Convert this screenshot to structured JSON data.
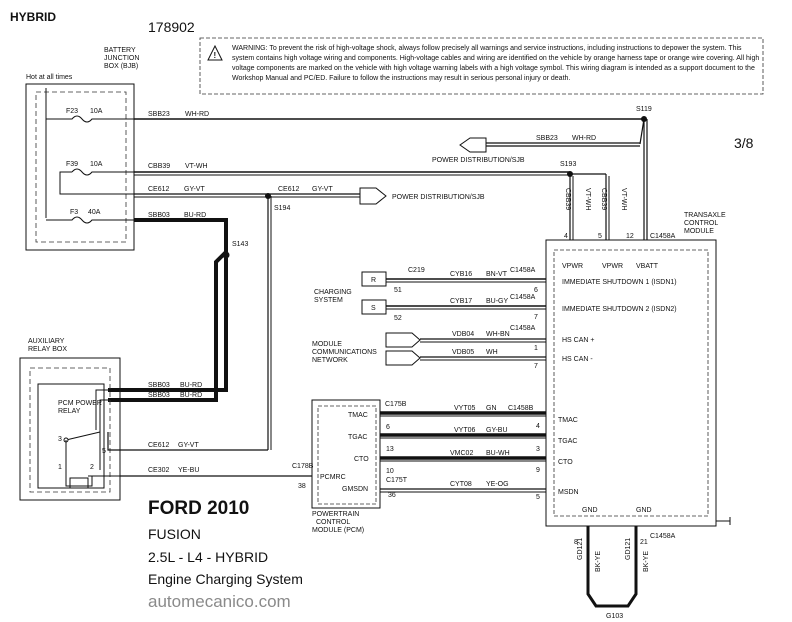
{
  "header": {
    "hybrid": "HYBRID",
    "diagram_id": "178902",
    "page": "3/8"
  },
  "warning_text": "WARNING: To prevent the risk of high-voltage shock, always follow precisely all warnings and service instructions, including instructions to depower the system. This system contains high voltage wiring and components. High-voltage cables and wiring are identified on the vehicle by orange harness tape or orange wire covering. All high voltage components are marked on the vehicle with high voltage warning labels with a high voltage symbol. This wiring diagram is intended as a support document to the Workshop Manual and PC/ED. Failure to follow the instructions may result in serious personal injury or death.",
  "bjb": {
    "title": [
      "BATTERY",
      "JUNCTION",
      "BOX (BJB)"
    ],
    "hot": "Hot at all times",
    "fuses": [
      {
        "id": "F23",
        "rating": "10A"
      },
      {
        "id": "F39",
        "rating": "10A"
      },
      {
        "id": "F3",
        "rating": "40A"
      }
    ]
  },
  "wires": {
    "sbb23": "SBB23",
    "whrd": "WH-RD",
    "cbb39": "CBB39",
    "vtwh": "VT-WH",
    "ce612": "CE612",
    "gyvt": "GY-VT",
    "sbb03": "SBB03",
    "burd": "BU-RD",
    "ce302": "CE302",
    "yebu": "YE-BU",
    "cyb16": "CYB16",
    "bnvt": "BN-VT",
    "cyb17": "CYB17",
    "bugy": "BU-GY",
    "vdb04": "VDB04",
    "whbn": "WH-BN",
    "vdb05": "VDB05",
    "wh": "WH",
    "vyt05": "VYT05",
    "gn": "GN",
    "vyt06": "VYT06",
    "gybu": "GY-BU",
    "vmc02": "VMC02",
    "buwh": "BU-WH",
    "cyt08": "CYT08",
    "yeog": "YE-OG",
    "gd121": "GD121",
    "bkye": "BK-YE"
  },
  "splices": {
    "s119": "S119",
    "s193": "S193",
    "s194": "S194",
    "s143": "S143"
  },
  "refs": {
    "pd_sjb_top": "POWER DISTRIBUTION/SJB",
    "pd_sjb_mid": "POWER DISTRIBUTION/SJB"
  },
  "tcm": {
    "title": [
      "TRANSAXLE",
      "CONTROL",
      "MODULE"
    ],
    "connector": "C1458A",
    "pins_top": [
      "4",
      "5",
      "12"
    ],
    "vpwr1": "VPWR",
    "vpwr2": "VPWR",
    "vbatt": "VBATT",
    "isdn1": "IMMEDIATE SHUTDOWN 1 (ISDN1)",
    "isdn2": "IMMEDIATE SHUTDOWN 2 (ISDN2)",
    "hscan_p": "HS CAN +",
    "hscan_m": "HS CAN -",
    "tmac": "TMAC",
    "tgac": "TGAC",
    "cto": "CTO",
    "msdn": "MSDN",
    "gnd": "GND",
    "pins_isdn": [
      "6",
      "7"
    ],
    "pins_can": [
      "1",
      "7"
    ],
    "pins_right": [
      "4",
      "3",
      "9",
      "5"
    ],
    "c1458b": "C1458B",
    "pins_gnd": [
      "8",
      "21"
    ]
  },
  "charging": {
    "label": [
      "CHARGING",
      "SYSTEM"
    ],
    "r": "R",
    "s": "S",
    "c219": "C219",
    "pin51": "51",
    "pin52": "52"
  },
  "mcn": {
    "label": [
      "MODULE",
      "COMMUNICATIONS",
      "NETWORK"
    ]
  },
  "relay_box": {
    "title": [
      "AUXILIARY",
      "RELAY BOX"
    ],
    "relay": [
      "PCM POWER",
      "RELAY"
    ],
    "pins": [
      "3",
      "5",
      "1",
      "2"
    ]
  },
  "pcm": {
    "title": [
      "POWERTRAIN",
      "CONTROL",
      "MODULE (PCM)"
    ],
    "c175b": "C175B",
    "c175t": "C175T",
    "c178b": "C178B",
    "tmac": "TMAC",
    "tgac": "TGAC",
    "cto": "CTO",
    "pcmrc": "PCMRC",
    "gmsdn": "GMSDN",
    "pins": [
      "6",
      "13",
      "10",
      "38",
      "36"
    ]
  },
  "ground": "G103",
  "footer": {
    "make": "FORD 2010",
    "model": "FUSION",
    "engine": "2.5L  - L4 - HYBRID",
    "system": "Engine Charging System",
    "site": "automecanico.com"
  }
}
